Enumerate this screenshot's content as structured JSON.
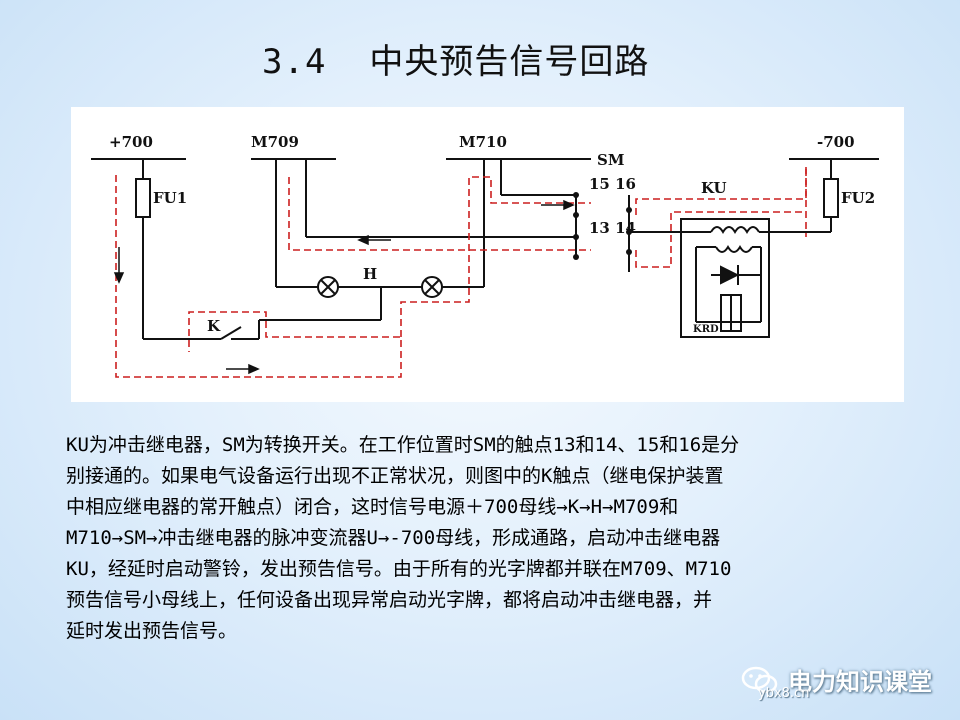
{
  "slide": {
    "title": "3.4  中央预告信号回路",
    "description_lines": [
      "KU为冲击继电器，SM为转换开关。在工作位置时SM的触点13和14、15和16是分",
      "别接通的。如果电气设备运行出现不正常状况，则图中的K触点（继电保护装置",
      "中相应继电器的常开触点）闭合，这时信号电源＋700母线→K→H→M709和",
      "M710→SM→冲击继电器的脉冲变流器U→-700母线，形成通路，启动冲击继电器",
      "KU，经延时启动警铃，发出预告信号。由于所有的光字牌都并联在M709、M710",
      "预告信号小母线上，任何设备出现异常启动光字牌，都将启动冲击继电器，并",
      "延时发出预告信号。"
    ]
  },
  "diagram": {
    "labels": {
      "bus_pos": "+700",
      "bus_m709": "M709",
      "bus_m710": "M710",
      "bus_neg": "-700",
      "switch": "SM",
      "contact_15_16": "15 16",
      "contact_13_14": "13 14",
      "relay": "KU",
      "fuse1": "FU1",
      "fuse2": "FU2",
      "lamp": "H",
      "contact_k": "K",
      "krd": "KRD"
    },
    "colors": {
      "wire": "#111111",
      "current_path": "#cc1f1f"
    }
  },
  "watermark": {
    "title": "电力知识课堂",
    "url": "ybx8.cn"
  }
}
